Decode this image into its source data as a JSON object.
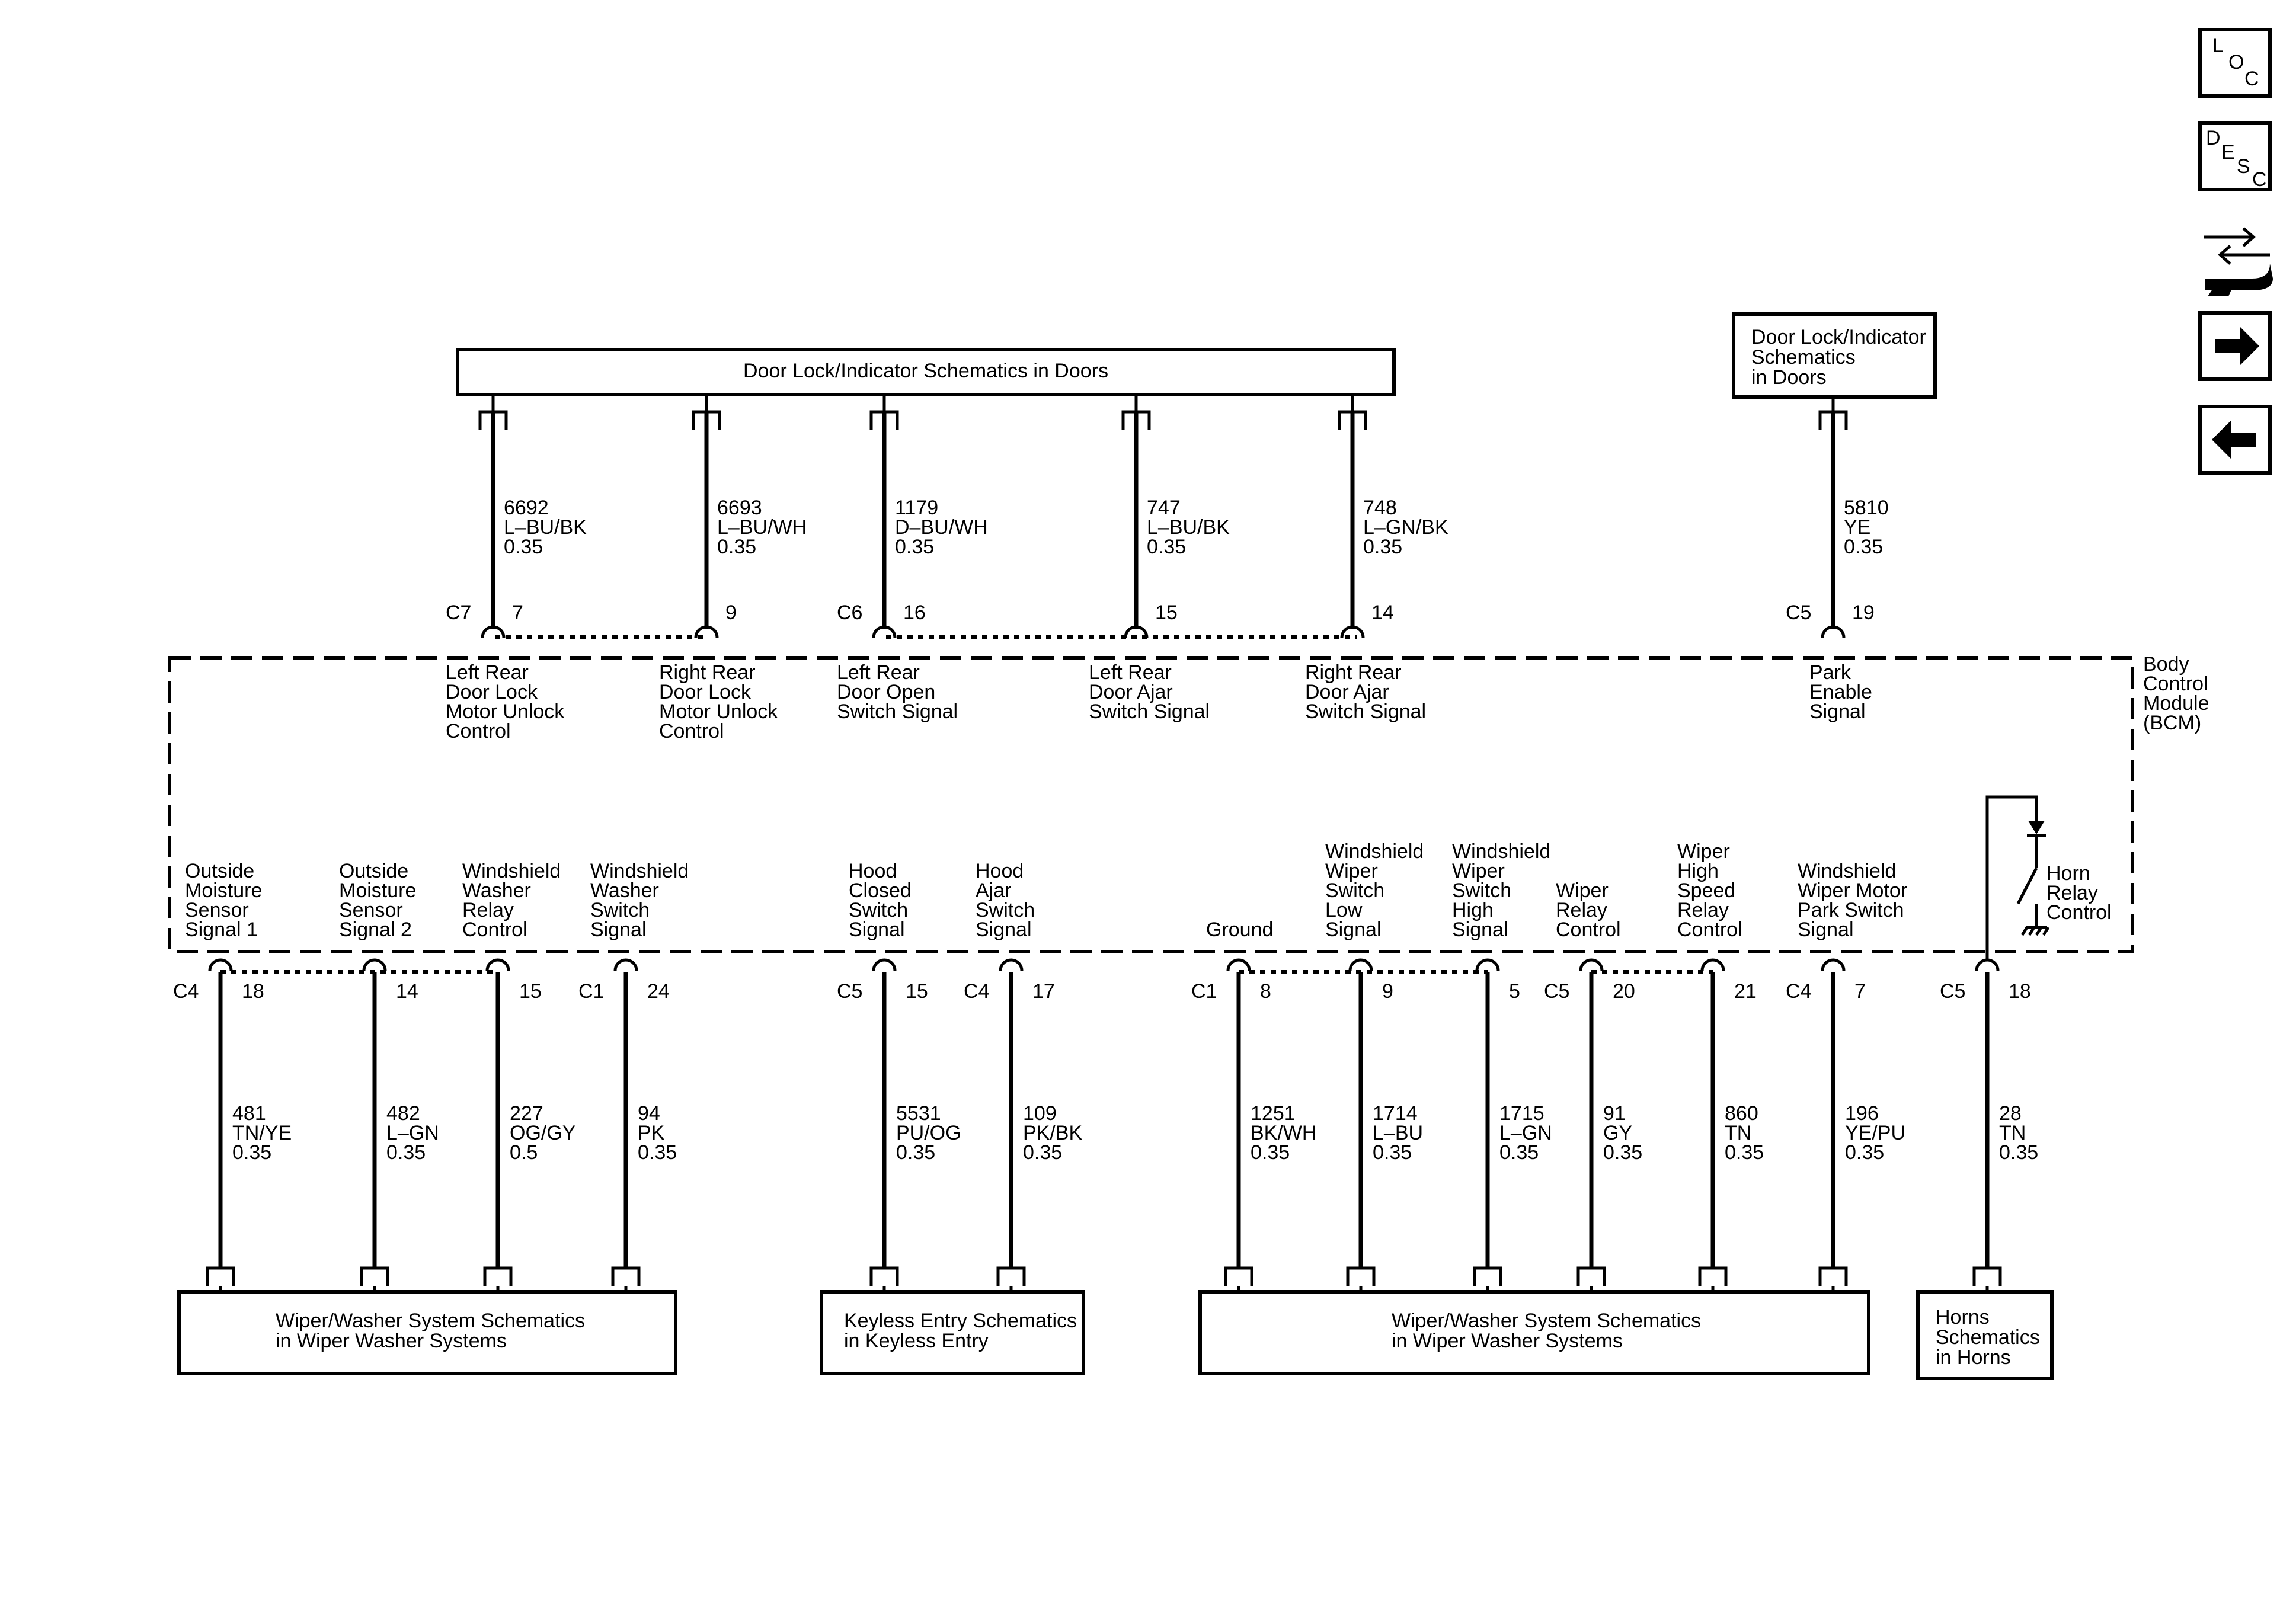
{
  "nav": {
    "loc": {
      "l1": "L",
      "l2": "O",
      "l3": "C"
    },
    "desc": {
      "l1": "D",
      "l2": "E",
      "l3": "S",
      "l4": "C"
    },
    "icons": [
      "loc-icon",
      "desc-icon",
      "diagnostic-wrench-icon",
      "next-arrow-icon",
      "previous-arrow-icon"
    ]
  },
  "boxes": {
    "door_top": "Door Lock/Indicator Schematics in Doors",
    "door_right": [
      "Door Lock/Indicator",
      "Schematics",
      "in Doors"
    ],
    "wiper_left": [
      "Wiper/Washer System Schematics",
      "in Wiper Washer Systems"
    ],
    "keyless": [
      "Keyless Entry Schematics",
      "in Keyless Entry"
    ],
    "wiper_right": [
      "Wiper/Washer System Schematics",
      "in Wiper Washer Systems"
    ],
    "horns": [
      "Horns",
      "Schematics",
      "in Horns"
    ]
  },
  "module": {
    "name": [
      "Body",
      "Control",
      "Module",
      "(BCM)"
    ]
  },
  "top_connectors": [
    {
      "conn": "C7",
      "pin": "7",
      "circuit": "6692",
      "color": "L–BU/BK",
      "size": "0.35",
      "label": [
        "Left Rear",
        "Door Lock",
        "Motor Unlock",
        "Control"
      ]
    },
    {
      "conn": "",
      "pin": "9",
      "circuit": "6693",
      "color": "L–BU/WH",
      "size": "0.35",
      "label": [
        "Right Rear",
        "Door Lock",
        "Motor Unlock",
        "Control"
      ]
    },
    {
      "conn": "C6",
      "pin": "16",
      "circuit": "1179",
      "color": "D–BU/WH",
      "size": "0.35",
      "label": [
        "Left Rear",
        "Door Open",
        "Switch Signal"
      ]
    },
    {
      "conn": "",
      "pin": "15",
      "circuit": "747",
      "color": "L–BU/BK",
      "size": "0.35",
      "label": [
        "Left Rear",
        "Door Ajar",
        "Switch Signal"
      ]
    },
    {
      "conn": "",
      "pin": "14",
      "circuit": "748",
      "color": "L–GN/BK",
      "size": "0.35",
      "label": [
        "Right Rear",
        "Door Ajar",
        "Switch Signal"
      ]
    },
    {
      "conn": "C5",
      "pin": "19",
      "circuit": "5810",
      "color": "YE",
      "size": "0.35",
      "label": [
        "Park",
        "Enable",
        "Signal"
      ]
    }
  ],
  "bottom_connectors": [
    {
      "conn": "C4",
      "pin": "18",
      "circuit": "481",
      "color": "TN/YE",
      "size": "0.35",
      "label": [
        "Outside",
        "Moisture",
        "Sensor",
        "Signal 1"
      ]
    },
    {
      "conn": "",
      "pin": "14",
      "circuit": "482",
      "color": "L–GN",
      "size": "0.35",
      "label": [
        "Outside",
        "Moisture",
        "Sensor",
        "Signal 2"
      ]
    },
    {
      "conn": "",
      "pin": "15",
      "circuit": "227",
      "color": "OG/GY",
      "size": "0.5",
      "label": [
        "Windshield",
        "Washer",
        "Relay",
        "Control"
      ]
    },
    {
      "conn": "C1",
      "pin": "24",
      "circuit": "94",
      "color": "PK",
      "size": "0.35",
      "label": [
        "Windshield",
        "Washer",
        "Switch",
        "Signal"
      ]
    },
    {
      "conn": "C5",
      "pin": "15",
      "circuit": "5531",
      "color": "PU/OG",
      "size": "0.35",
      "label": [
        "Hood",
        "Closed",
        "Switch",
        "Signal"
      ]
    },
    {
      "conn": "C4",
      "pin": "17",
      "circuit": "109",
      "color": "PK/BK",
      "size": "0.35",
      "label": [
        "Hood",
        "Ajar",
        "Switch",
        "Signal"
      ]
    },
    {
      "conn": "C1",
      "pin": "8",
      "circuit": "1251",
      "color": "BK/WH",
      "size": "0.35",
      "label": [
        "Ground"
      ]
    },
    {
      "conn": "",
      "pin": "9",
      "circuit": "1714",
      "color": "L–BU",
      "size": "0.35",
      "label": [
        "Windshield",
        "Wiper",
        "Switch",
        "Low",
        "Signal"
      ]
    },
    {
      "conn": "",
      "pin": "5",
      "circuit": "1715",
      "color": "L–GN",
      "size": "0.35",
      "label": [
        "Windshield",
        "Wiper",
        "Switch",
        "High",
        "Signal"
      ]
    },
    {
      "conn": "C5",
      "pin": "20",
      "circuit": "91",
      "color": "GY",
      "size": "0.35",
      "label": [
        "Wiper",
        "Relay",
        "Control"
      ]
    },
    {
      "conn": "",
      "pin": "21",
      "circuit": "860",
      "color": "TN",
      "size": "0.35",
      "label": [
        "Wiper",
        "High",
        "Speed",
        "Relay",
        "Control"
      ]
    },
    {
      "conn": "C4",
      "pin": "7",
      "circuit": "196",
      "color": "YE/PU",
      "size": "0.35",
      "label": [
        "Windshield",
        "Wiper Motor",
        "Park Switch",
        "Signal"
      ]
    },
    {
      "conn": "C5",
      "pin": "18",
      "circuit": "28",
      "color": "TN",
      "size": "0.35",
      "label": [
        "Horn",
        "Relay",
        "Control"
      ]
    }
  ]
}
